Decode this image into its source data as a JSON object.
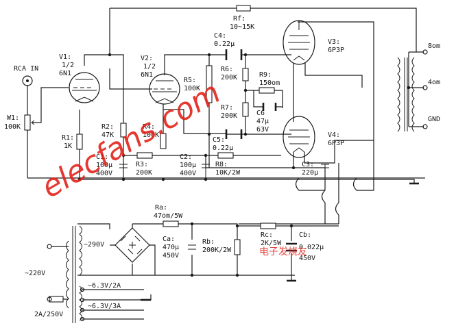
{
  "labels": {
    "rf": "Rf:",
    "rf_val": "10~15K",
    "c4": "C4:",
    "c4_val": "0.22μ",
    "rca": "RCA IN",
    "v1": "V1:",
    "v1_frac": "1/2",
    "v1_type": "6N1",
    "v2": "V2:",
    "v2_frac": "1/2",
    "v2_type": "6N1",
    "v3": "V3:",
    "v3_type": "6P3P",
    "v4": "V4:",
    "v4_type": "6P3P",
    "r5": "R5:",
    "r5_val": "100K",
    "r6": "R6:",
    "r6_val": "200K",
    "r7": "R7:",
    "r7_val": "200K",
    "r9": "R9:",
    "r9_val": "150om",
    "c6": "C6",
    "c6_val": "47μ",
    "c6_v": "63V",
    "w1": "W1:",
    "w1_val": "100K",
    "r1": "R1:",
    "r1_val": "1K",
    "r2": "R2:",
    "r2_val": "47K",
    "r4": "R4:",
    "r4_val": "100K",
    "c5": "C5:",
    "c5_val": "0.22μ",
    "c1": "C1:",
    "c1_val": "100μ",
    "c1_v": "400V",
    "r3": "R3:",
    "r3_val": "200K",
    "c2": "C2:",
    "c2_val": "100μ",
    "c2_v": "400V",
    "r8": "R8:",
    "r8_val": "10K/2W",
    "c3": "C3:",
    "c3_val": "220μ",
    "out_8": "8om",
    "out_4": "4om",
    "out_gnd": "GND",
    "ra": "Ra:",
    "ra_val": "47om/5W",
    "ca": "Ca:",
    "ca_val": "470μ",
    "ca_v": "450V",
    "rb": "Rb:",
    "rb_val": "200K/2W",
    "rc": "Rc:",
    "rc_val": "2K/5W",
    "cb": "Cb:",
    "cb_val": "0.022μ",
    "cb_v": "450V",
    "sec_hv": "~290V",
    "mains": "~220V",
    "fuse": "2A/250V",
    "heater_a": "~6.3V/2A",
    "heater_b": "~6.3V/3A"
  },
  "watermark": {
    "main": "elecfans.com",
    "sub": "电子发烧友"
  },
  "colors": {
    "ink": "#1a1a1a",
    "watermark": "#e2231a",
    "background": "#ffffff"
  }
}
